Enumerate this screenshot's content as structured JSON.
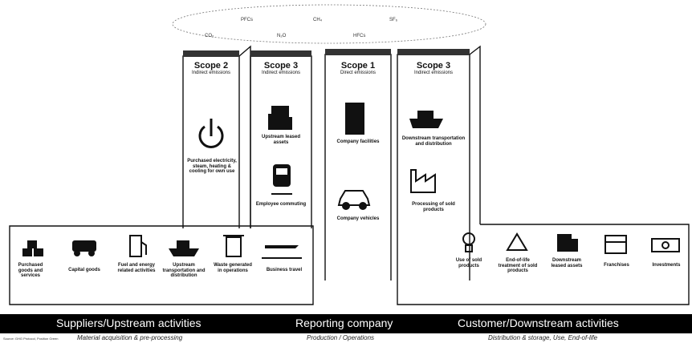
{
  "gases": [
    "CO₂",
    "N₂O",
    "HFCs",
    "PFCs",
    "CH₄",
    "SF₆"
  ],
  "scopes": [
    {
      "title": "Scope 2",
      "subtitle": "Indirect emissions"
    },
    {
      "title": "Scope 3",
      "subtitle": "Indirect emissions"
    },
    {
      "title": "Scope 1",
      "subtitle": "Direct emissions"
    },
    {
      "title": "Scope 3",
      "subtitle": "Indirect emissions"
    }
  ],
  "items": {
    "purchased_electricity": "Purchased electricity, steam, heating & cooling for own use",
    "upstream_leased": "Upstream leased assets",
    "employee_commuting": "Employee commuting",
    "company_facilities": "Company facilities",
    "company_vehicles": "Company vehicles",
    "downstream_transport": "Downstream transportation and distribution",
    "processing": "Processing of sold products",
    "purchased_goods": "Purchased goods and services",
    "capital_goods": "Capital goods",
    "fuel_energy": "Fuel and energy related activities",
    "upstream_transport": "Upstream transportation and distribution",
    "waste": "Waste generated in operations",
    "business_travel": "Business travel",
    "use_of_sold": "Use of sold products",
    "end_of_life": "End-of-life treatment of sold products",
    "downstream_leased": "Downstream leased assets",
    "franchises": "Franchises",
    "investments": "Investments"
  },
  "bands": {
    "upstream": "Suppliers/Upstream activities",
    "reporting": "Reporting company",
    "downstream": "Customer/Downstream activities"
  },
  "captions": {
    "upstream": "Material acquisition & pre-processing",
    "reporting": "Production / Operations",
    "downstream": "Distribution & storage, Use, End-of-life"
  },
  "source": "Source: GHG Protocol, Position Green"
}
